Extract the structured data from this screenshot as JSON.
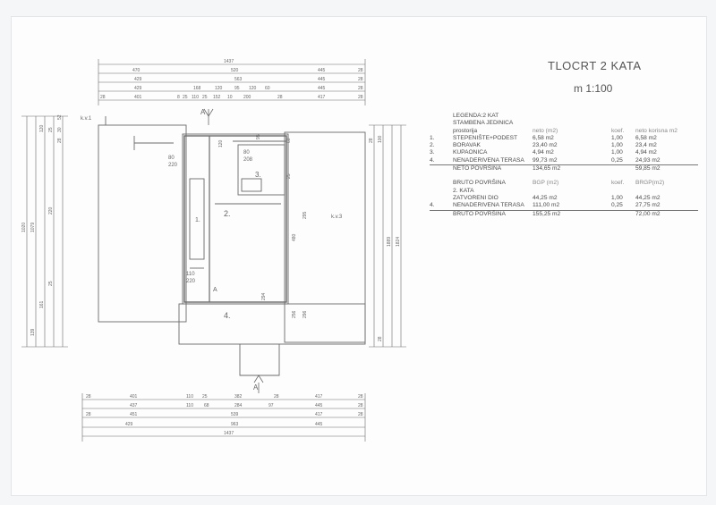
{
  "title": "TLOCRT 2 KATA",
  "scale": "m 1:100",
  "legend": {
    "heading": "LEGENDA:2 KAT",
    "unit": "STAMBENA JEDINICA",
    "section": "prostorija",
    "col_neto": "neto (m2)",
    "col_koef": "koef.",
    "col_korisna": "neto korisna m2",
    "rows": [
      {
        "num": "1.",
        "name": "STEPENIŠTE+PODEST",
        "neto": "6,58 m2",
        "koef": "1,00",
        "korisna": "6,58 m2"
      },
      {
        "num": "2.",
        "name": "BORAVAK",
        "neto": "23,40 m2",
        "koef": "1,00",
        "korisna": "23,4 m2"
      },
      {
        "num": "3.",
        "name": "KUPAONICA",
        "neto": "4,94 m2",
        "koef": "1,00",
        "korisna": "4,94 m2"
      },
      {
        "num": "4.",
        "name": "NENADERIVENA TERASA",
        "neto": "99,73 m2",
        "koef": "0,25",
        "korisna": "24,93 m2"
      }
    ],
    "neto_label": "NETO POVRŠINA",
    "neto_total": "134,65 m2",
    "neto_korisna": "59,85 m2",
    "bruto_heading": "BRUTO POVRŠINA",
    "bruto_sub": "2. KATA",
    "col_bgp": "BGP (m2)",
    "col_koef2": "koef.",
    "col_brgp": "BRGP(m2)",
    "bruto_rows": [
      {
        "num": "",
        "name": "ZATVORENI DIO",
        "bgp": "44,25 m2",
        "koef": "1,00",
        "brgp": "44,25 m2"
      },
      {
        "num": "4.",
        "name": "NENADERIVENA TERASA",
        "bgp": "111,00 m2",
        "koef": "0,25",
        "brgp": "27,75 m2"
      }
    ],
    "bruto_label": "BRUTO POVRŠINA",
    "bruto_total": "155,25 m2",
    "bruto_brgp": "72,00 m2"
  },
  "plan": {
    "rooms": [
      "1.",
      "2.",
      "3.",
      "4."
    ],
    "section_marks": [
      "A",
      "A",
      "A"
    ],
    "level_marks": [
      "k.v.1",
      "k.v.3"
    ],
    "door_tags": [
      "80",
      "220",
      "80",
      "208",
      "110",
      "220"
    ],
    "top_dims": {
      "row1": [
        "1437"
      ],
      "row2": [
        "470",
        "520",
        "445",
        "28"
      ],
      "row3": [
        "429",
        "563",
        "445",
        "28"
      ],
      "row4": [
        "429",
        "168",
        "120",
        "95",
        "120",
        "60",
        "445",
        "28"
      ],
      "row5": [
        "28",
        "401",
        "8",
        "25",
        "110",
        "25",
        "152",
        "10",
        "200",
        "28",
        "417",
        "28"
      ]
    },
    "bottom_dims": {
      "row1": [
        "28",
        "401",
        "110",
        "25",
        "382",
        "28",
        "417",
        "28"
      ],
      "row2": [
        "437",
        "110",
        "68",
        "284",
        "97",
        "445",
        "28"
      ],
      "row3": [
        "28",
        "451",
        "539",
        "417",
        "28"
      ],
      "row4": [
        "429",
        "963",
        "445"
      ],
      "row5": [
        "1437"
      ]
    },
    "left_dims": [
      "1020",
      "1079",
      "220",
      "161",
      "139",
      "25",
      "120",
      "25",
      "30",
      "52",
      "28"
    ],
    "right_dims": [
      "1824",
      "1889",
      "100",
      "28",
      "480",
      "295",
      "256",
      "28",
      "296",
      "294",
      "120",
      "95",
      "25",
      "60"
    ]
  }
}
